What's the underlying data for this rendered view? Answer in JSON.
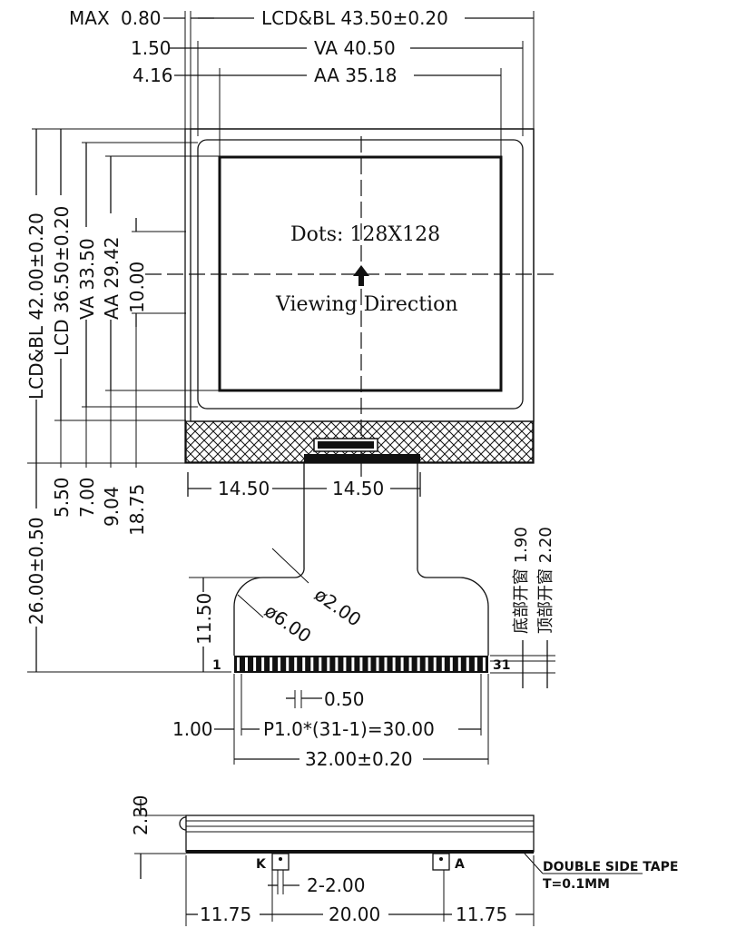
{
  "top_dims": {
    "max_label": "MAX",
    "max_value": "0.80",
    "offset_va": "1.50",
    "offset_aa": "4.16",
    "lcd_bl": "LCD&BL  43.50±0.20",
    "va": "VA  40.50",
    "aa": "AA  35.18"
  },
  "left_dims": {
    "lcd_bl": "LCD&BL  42.00±0.20",
    "lcd": "LCD  36.50±0.20",
    "va": "VA  33.50",
    "aa": "AA  29.42",
    "ten": "10.00",
    "d550": "5.50",
    "d700": "7.00",
    "d904": "9.04",
    "d1875": "18.75",
    "d26": "26.00±0.50"
  },
  "screen": {
    "dots": "Dots:  128X128",
    "viewing": "Viewing  Direction"
  },
  "fpc": {
    "half_left": "14.50",
    "half_right": "14.50",
    "dia2": "ø2.00",
    "dia6": "ø6.00",
    "h1150": "11.50",
    "pin_first": "1",
    "pin_last": "31",
    "pin_width": "0.50",
    "edge": "1.00",
    "pitch": "P1.0*(31-1)=30.00",
    "total": "32.00±0.20",
    "bottom_window": "底部开窗  1.90",
    "top_window": "顶部开窗  2.20"
  },
  "side_view": {
    "thickness": "2.30",
    "k": "K",
    "a": "A",
    "pins": "2-2.00",
    "left": "11.75",
    "middle": "20.00",
    "right": "11.75",
    "tape": "DOUBLE SIDE TAPE",
    "tape_t": "T=0.1MM"
  }
}
